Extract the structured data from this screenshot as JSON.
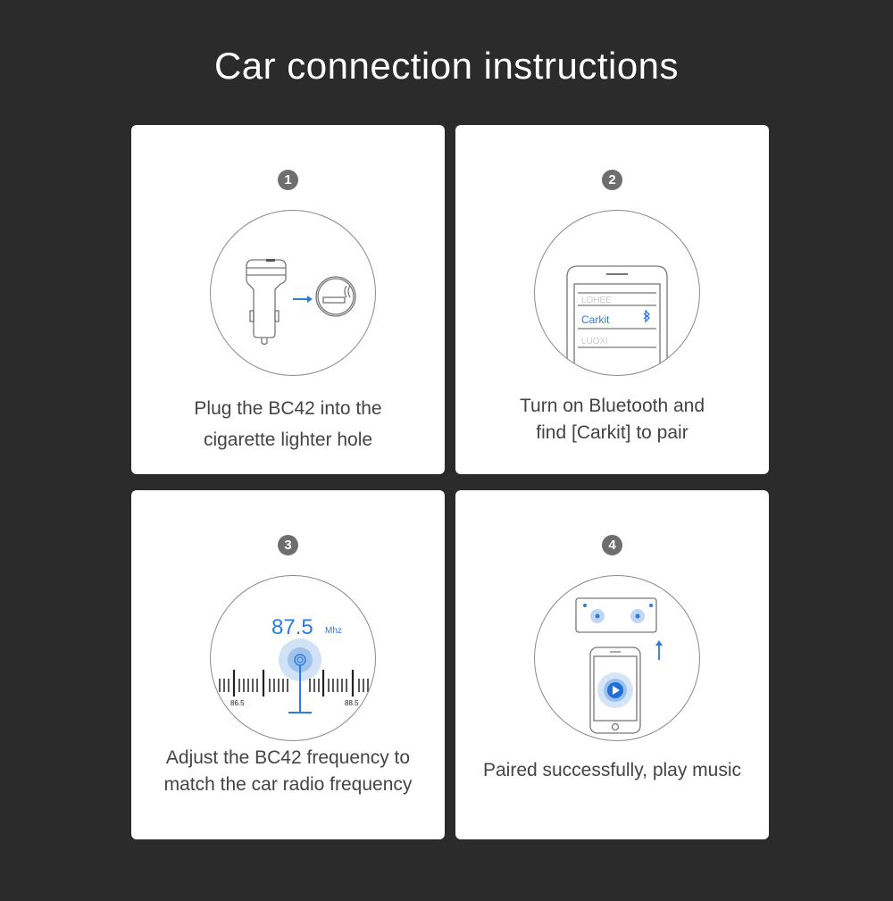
{
  "title": "Car connection instructions",
  "colors": {
    "background": "#2b2b2b",
    "card": "#ffffff",
    "accent": "#2f7bdb",
    "badge": "#6e6e6e",
    "text": "#444444"
  },
  "steps": [
    {
      "number": "1",
      "line1": "Plug the BC42 into the",
      "line2": "cigarette lighter hole",
      "icon": "car-charger-to-lighter-icon"
    },
    {
      "number": "2",
      "line1": "Turn on Bluetooth and",
      "line2": "find [Carkit] to pair",
      "icon": "phone-bluetooth-list-icon",
      "device_list": [
        {
          "name": "LOHEE",
          "active": false
        },
        {
          "name": "Carkit",
          "active": true
        },
        {
          "name": "LUOXI",
          "active": false
        }
      ]
    },
    {
      "number": "3",
      "line1": "Adjust the BC42 frequency to",
      "line2": "match the car radio frequency",
      "icon": "radio-tuner-icon",
      "frequency": "87.5",
      "unit": "Mhz",
      "scale_left": "86.5",
      "scale_right": "88.5"
    },
    {
      "number": "4",
      "line1": "Paired successfully, play music",
      "line2": "",
      "icon": "phone-play-speaker-icon"
    }
  ]
}
